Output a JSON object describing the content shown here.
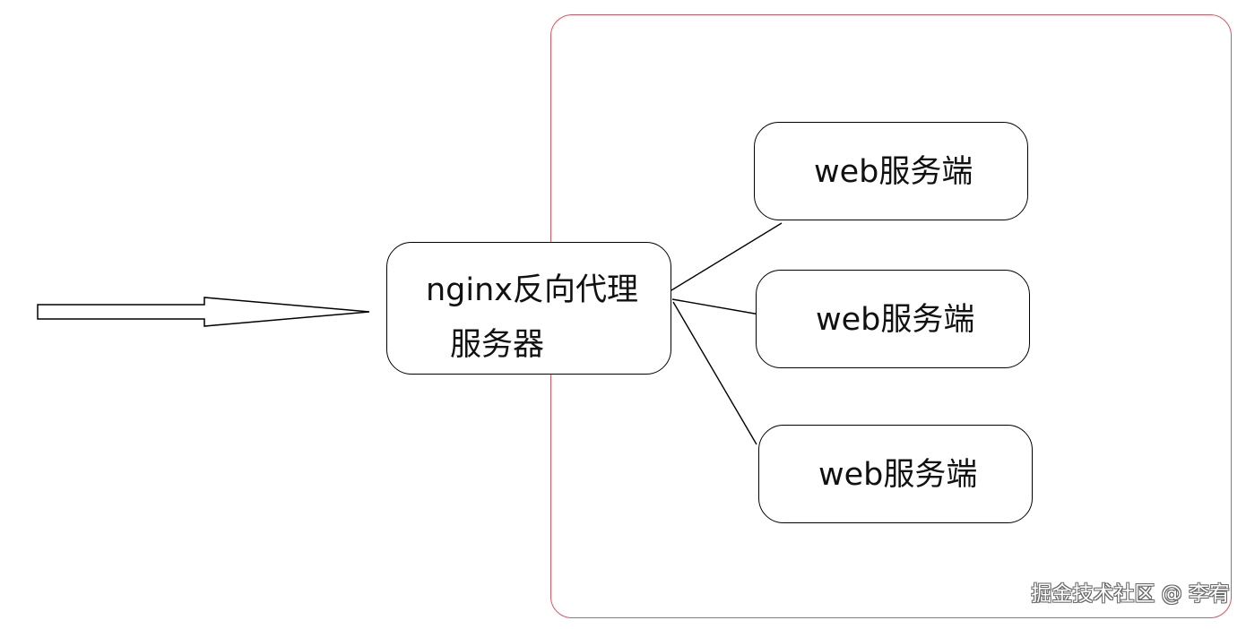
{
  "diagram": {
    "proxy": {
      "line1": "nginx反向代理",
      "line2": "服务器"
    },
    "servers": [
      {
        "label": "web服务端"
      },
      {
        "label": "web服务端"
      },
      {
        "label": "web服务端"
      }
    ],
    "watermark": "掘金技术社区 @ 李宥",
    "colors": {
      "cluster_border": "#e0525e",
      "node_border": "#000000",
      "arrow_stroke": "#000000",
      "watermark_stroke": "#666666"
    }
  }
}
